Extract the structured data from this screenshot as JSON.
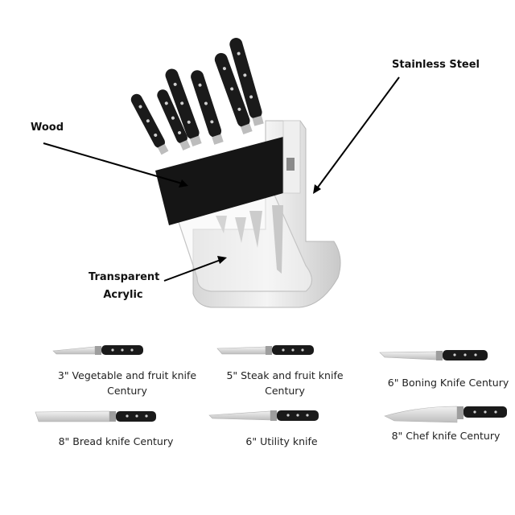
{
  "callouts": {
    "wood": "Wood",
    "stainless_steel": "Stainless Steel",
    "transparent_line1": "Transparent",
    "transparent_line2": "Acrylic"
  },
  "knives": [
    {
      "line1": "3\" Vegetable and fruit knife",
      "line2": "Century"
    },
    {
      "line1": "5\" Steak and fruit knife",
      "line2": "Century"
    },
    {
      "line1": "6\" Boning Knife Century",
      "line2": ""
    },
    {
      "line1": "8\" Bread knife Century",
      "line2": ""
    },
    {
      "line1": "6\" Utility knife",
      "line2": ""
    },
    {
      "line1": "8\" Chef knife Century",
      "line2": ""
    }
  ],
  "colors": {
    "handle": "#1a1a1a",
    "blade": "#dcdcdc",
    "wood_panel": "#151515",
    "steel": "#e4e4e4",
    "arrow": "#000000"
  }
}
